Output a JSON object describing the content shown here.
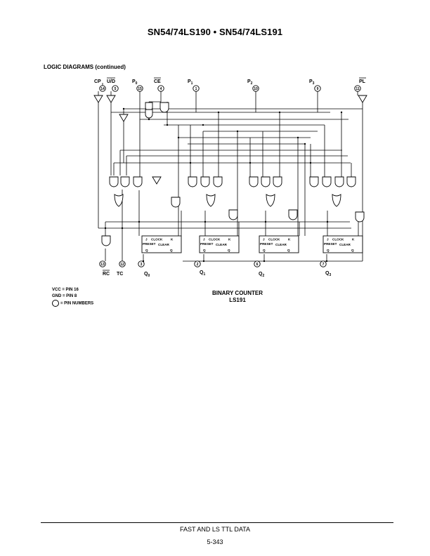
{
  "header": {
    "title": "SN54/74LS190 • SN54/74LS191"
  },
  "section": {
    "heading": "LOGIC DIAGRAMS (continued)"
  },
  "inputs": [
    {
      "label": "CP",
      "pin": "14",
      "overbar": false
    },
    {
      "label": "U/D",
      "pin": "5",
      "overbar": true
    },
    {
      "label": "P0",
      "pin": "15",
      "overbar": false,
      "sub": "0"
    },
    {
      "label": "CE",
      "pin": "4",
      "overbar": true
    },
    {
      "label": "P1",
      "pin": "1",
      "overbar": false,
      "sub": "1"
    },
    {
      "label": "P2",
      "pin": "10",
      "overbar": false,
      "sub": "2"
    },
    {
      "label": "P3",
      "pin": "9",
      "overbar": false,
      "sub": "3"
    },
    {
      "label": "PL",
      "pin": "11",
      "overbar": true
    }
  ],
  "outputs": [
    {
      "label": "RC",
      "pin": "13",
      "overbar": true
    },
    {
      "label": "TC",
      "pin": "12",
      "overbar": false
    },
    {
      "label": "Q0",
      "pin": "3",
      "sub": "0"
    },
    {
      "label": "Q1",
      "pin": "2",
      "sub": "1"
    },
    {
      "label": "Q2",
      "pin": "6",
      "sub": "2"
    },
    {
      "label": "Q3",
      "pin": "7",
      "sub": "3"
    }
  ],
  "flipflop_labels": {
    "j": "J",
    "clock": "CLOCK",
    "k": "K",
    "preset": "PRESET",
    "clear": "CLEAR",
    "q": "Q",
    "qbar": "Q"
  },
  "legend": {
    "vcc": "VCC = PIN 16",
    "gnd": "GND = PIN 8",
    "pins": "= PIN NUMBERS"
  },
  "caption": {
    "line1": "BINARY COUNTER",
    "line2": "LS191"
  },
  "footer": {
    "text": "FAST AND LS TTL DATA",
    "page": "5-343"
  }
}
